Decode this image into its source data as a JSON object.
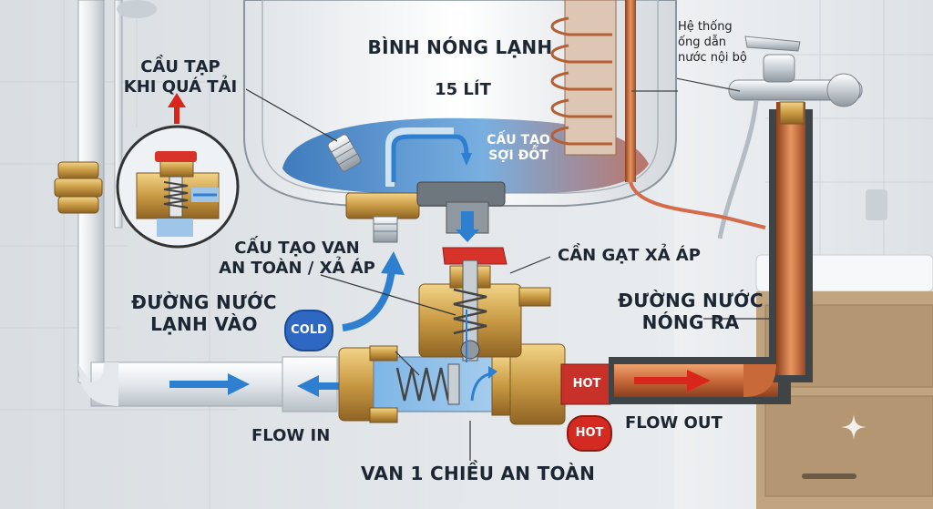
{
  "heater": {
    "title": "BÌNH NÓNG LẠNH",
    "capacity": "15 LÍT"
  },
  "labels": {
    "overload": [
      "CẦU TẠP",
      "KHI QUÁ TẢI"
    ],
    "heating_element": [
      "CẤU TẠO",
      "SỢI ĐỐT"
    ],
    "internal_pipes": [
      "Hệ thống",
      "ống dẫn",
      "nước nội bộ"
    ],
    "safety_valve": [
      "CẤU TẠO VAN",
      "AN TOÀN / XẢ ÁP"
    ],
    "release_lever": "CẦN GẠT XẢ ÁP",
    "cold_inlet": [
      "ĐƯỜNG NƯỚC",
      "LẠNH VÀO"
    ],
    "hot_outlet": [
      "ĐƯỜNG NƯỚC",
      "NÓNG RA"
    ],
    "flow_in": "FLOW IN",
    "flow_out": "FLOW OUT",
    "check_valve": "VAN 1 CHIỀU AN TOÀN"
  },
  "badges": {
    "cold": "COLD",
    "hot_pipe": "HOT",
    "hot_circle": "HOT"
  },
  "colors": {
    "cold_water": "#4b90d6",
    "hot_pipe": "#c8693a",
    "hot_badge": "#d42a22",
    "cold_badge": "#2f68c2",
    "brass": "#c99a44",
    "lever": "#d8332b",
    "arrow_red": "#d9261c",
    "arrow_blue": "#2f7fd0"
  }
}
